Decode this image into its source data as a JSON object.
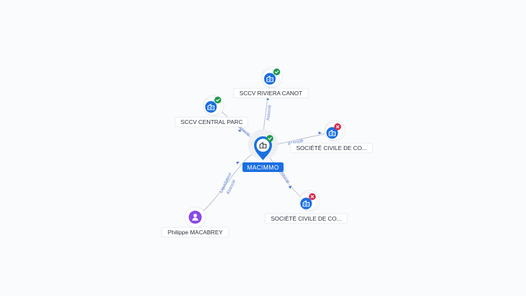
{
  "center": {
    "label": "MACIMMO",
    "status": "active",
    "icon": "building-icon"
  },
  "nodes": [
    {
      "id": "sccv-riviera",
      "label": "SCCV RIVIERA CANOT",
      "type": "company",
      "status": "active",
      "icon": "building-icon"
    },
    {
      "id": "sccv-central",
      "label": "SCCV CENTRAL PARC",
      "type": "company",
      "status": "active",
      "icon": "building-icon"
    },
    {
      "id": "sci-1",
      "label": "SOCIÉTÉ CIVILE DE CO...",
      "type": "company",
      "status": "closed",
      "icon": "building-icon"
    },
    {
      "id": "sci-2",
      "label": "SOCIÉTÉ CIVILE DE CO...",
      "type": "company",
      "status": "closed",
      "icon": "building-icon"
    },
    {
      "id": "person",
      "label": "Philippe MACABREY",
      "type": "person",
      "icon": "person-icon"
    }
  ],
  "edges": [
    {
      "to": "sccv-riviera",
      "label": "Associé"
    },
    {
      "to": "sccv-central",
      "label": "Associé Gérant"
    },
    {
      "to": "sci-1",
      "label": "Associé"
    },
    {
      "to": "sci-2",
      "label": "Associé"
    },
    {
      "to": "person",
      "label": "Liquidateur",
      "label2": "Associé"
    }
  ],
  "colors": {
    "company": "#1a6fe0",
    "person": "#8b49e8",
    "active": "#1f9a4e",
    "closed": "#d9264a",
    "edge_label": "#5a7fd1"
  }
}
